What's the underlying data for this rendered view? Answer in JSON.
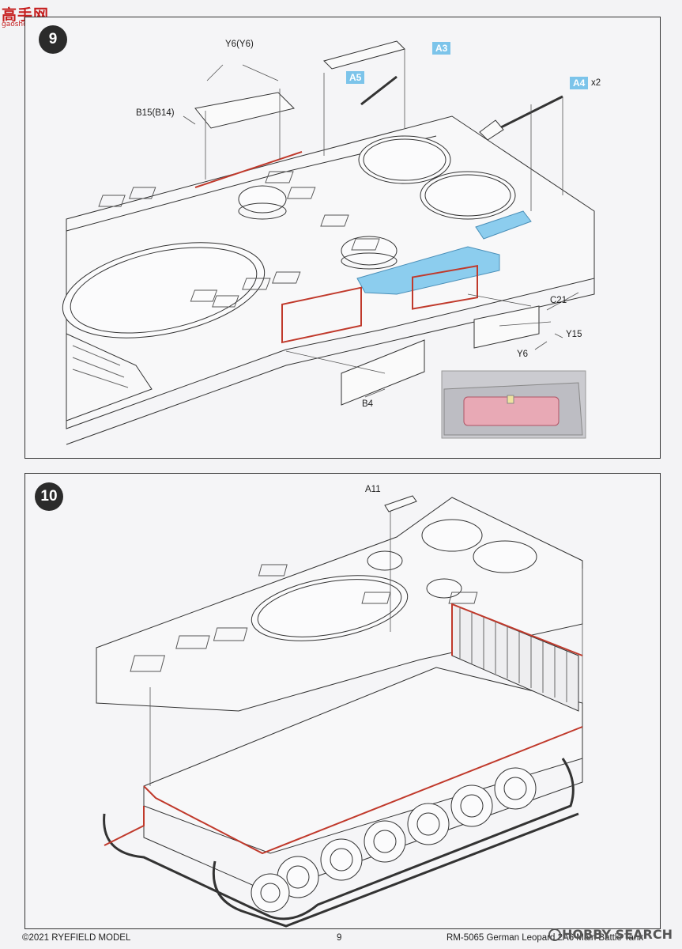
{
  "watermark": {
    "title": "高手网",
    "url": "gaoshou.com"
  },
  "step9": {
    "number": "9",
    "labels": {
      "y6_y6": "Y6(Y6)",
      "b15_b14": "B15(B14)",
      "a3": "A3",
      "a5": "A5",
      "a4": "A4",
      "a4_qty": "x2",
      "c21": "C21",
      "y15": "Y15",
      "y6": "Y6",
      "b4": "B4"
    }
  },
  "step10": {
    "number": "10",
    "labels": {
      "a11": "A11"
    }
  },
  "footer": {
    "copyright": "©2021 RYEFIELD MODEL",
    "page": "9",
    "product": "RM-5065 German Leopard 2A6 Main Battle Tank",
    "hobby_logo": "HOBBY SEARCH"
  },
  "colors": {
    "highlight_blue": "#7cc4ea",
    "highlight_red": "#c0392b",
    "ink": "#333333"
  }
}
